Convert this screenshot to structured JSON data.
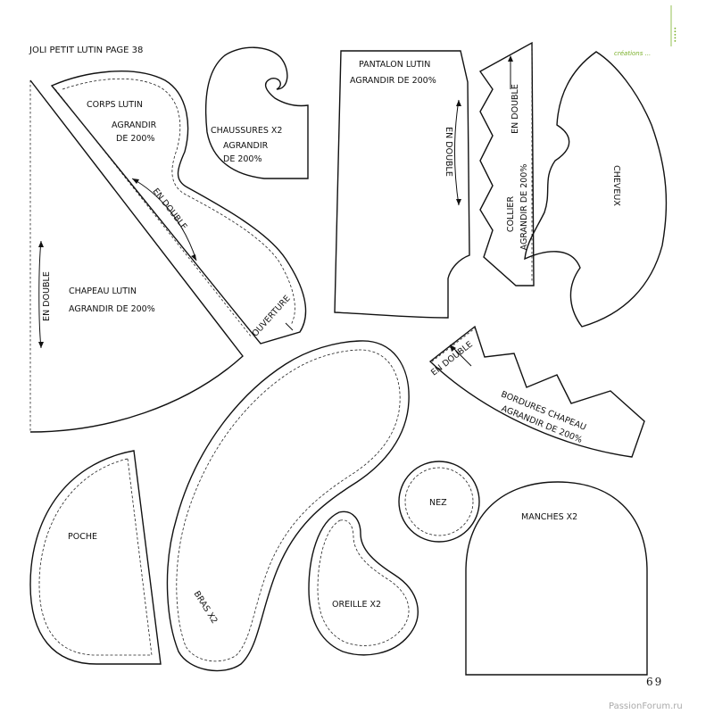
{
  "header": {
    "title": "JOLI PETIT LUTIN PAGE 38"
  },
  "brand": {
    "name": "créations ...",
    "vertical": "•••••",
    "color": "#7ab02a"
  },
  "pieces": {
    "corps": {
      "line1": "CORPS LUTIN",
      "line2": "AGRANDIR",
      "line3": "DE 200%",
      "fold": "EN DOUBLE",
      "opening": "OUVERTURE"
    },
    "chaussures": {
      "line1": "CHAUSSURES X2",
      "line2": "AGRANDIR",
      "line3": "DE 200%"
    },
    "pantalon": {
      "line1": "PANTALON LUTIN",
      "line2": "AGRANDIR DE 200%",
      "fold": "EN DOUBLE"
    },
    "collier": {
      "fold": "EN DOUBLE",
      "line1": "COLLIER",
      "line2": "AGRANDIR DE 200%"
    },
    "cheveux": {
      "label": "CHEVEUX"
    },
    "chapeau": {
      "fold": "EN DOUBLE",
      "line1": "CHAPEAU LUTIN",
      "line2": "AGRANDIR DE 200%"
    },
    "bordures": {
      "fold": "EN DOUBLE",
      "line1": "BORDURES CHAPEAU",
      "line2": "AGRANDIR DE 200%"
    },
    "poche": {
      "label": "POCHE"
    },
    "bras": {
      "label": "BRAS X2"
    },
    "nez": {
      "label": "NEZ"
    },
    "oreille": {
      "label": "OREILLE X2"
    },
    "manches": {
      "label": "MANCHES X2"
    }
  },
  "footer": {
    "page_number": "69",
    "watermark": "PassionForum.ru"
  }
}
